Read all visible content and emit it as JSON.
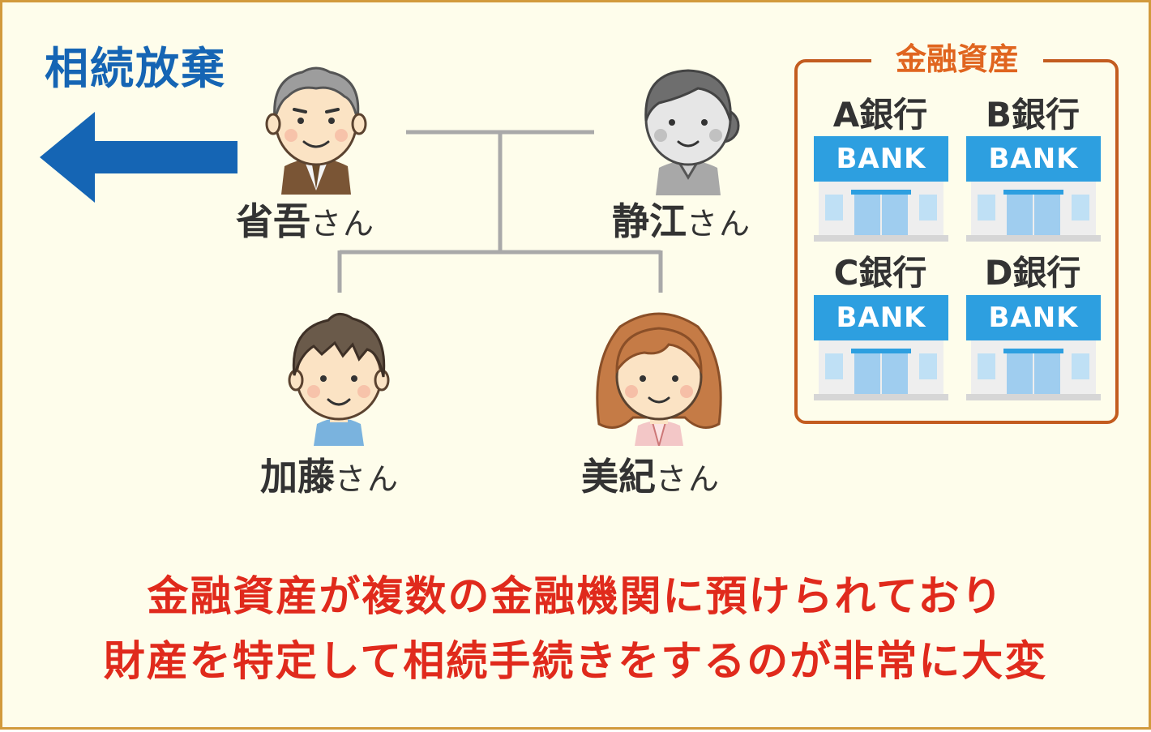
{
  "title_renounce": "相続放棄",
  "people": {
    "shogo": {
      "name": "省吾",
      "suffix": "さん"
    },
    "shizue": {
      "name": "静江",
      "suffix": "さん"
    },
    "kato": {
      "name": "加藤",
      "suffix": "さん"
    },
    "miki": {
      "name": "美紀",
      "suffix": "さん"
    }
  },
  "assets": {
    "title": "金融資産",
    "banks": [
      {
        "label": "A銀行",
        "sign": "BANK"
      },
      {
        "label": "B銀行",
        "sign": "BANK"
      },
      {
        "label": "C銀行",
        "sign": "BANK"
      },
      {
        "label": "D銀行",
        "sign": "BANK"
      }
    ]
  },
  "message": {
    "line1": "金融資産が複数の金融機関に預けられており",
    "line2": "財産を特定して相続手続きをするのが非常に大変"
  },
  "colors": {
    "background": "#fefdeb",
    "frame": "#d29a3c",
    "renounce_blue": "#1565b4",
    "bank_blue": "#2d9fe0",
    "assets_border": "#c35c1f",
    "assets_title": "#e0651f",
    "message_red": "#e02a1c"
  }
}
